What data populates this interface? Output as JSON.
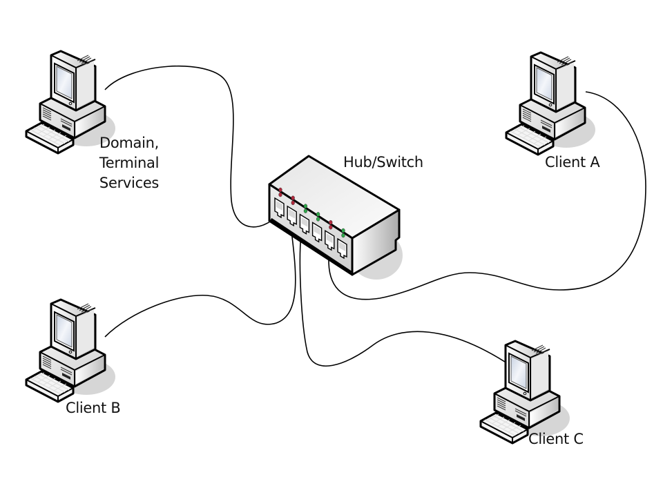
{
  "diagram": {
    "title": "Network diagram",
    "nodes": [
      {
        "id": "server",
        "label_lines": [
          "Domain,",
          "Terminal",
          "Services"
        ],
        "type": "computer"
      },
      {
        "id": "client-a",
        "label": "Client A",
        "type": "computer"
      },
      {
        "id": "client-b",
        "label": "Client B",
        "type": "computer"
      },
      {
        "id": "client-c",
        "label": "Client C",
        "type": "computer"
      },
      {
        "id": "switch",
        "label": "Hub/Switch",
        "type": "hub-switch"
      }
    ],
    "switch_ports": [
      {
        "port": 1,
        "led_color": "red"
      },
      {
        "port": 2,
        "led_color": "red"
      },
      {
        "port": 3,
        "led_color": "green"
      },
      {
        "port": 4,
        "led_color": "green"
      },
      {
        "port": 5,
        "led_color": "red"
      },
      {
        "port": 6,
        "led_color": "green"
      }
    ],
    "connections": [
      {
        "from": "server",
        "to": "switch",
        "port": 1
      },
      {
        "from": "client-b",
        "to": "switch",
        "port": 2
      },
      {
        "from": "client-c",
        "to": "switch",
        "port": 3
      },
      {
        "from": "client-a",
        "to": "switch",
        "port": 5
      }
    ],
    "colors": {
      "led_red": "#b0283c",
      "led_green": "#2fa84a",
      "outline": "#000000",
      "screen": "#dde4ef",
      "shadow": "#d8d8d8"
    }
  }
}
